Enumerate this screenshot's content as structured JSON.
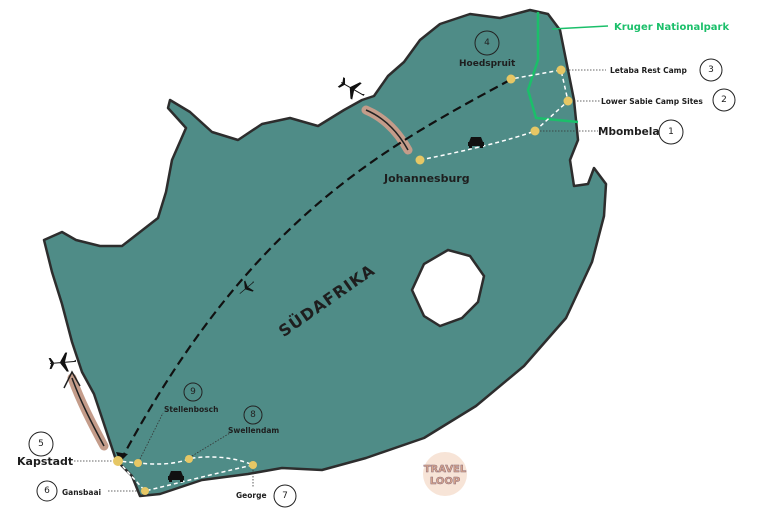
{
  "map": {
    "country_label": "SÜDAFRIKA",
    "park_label": "Kruger Nationalpark",
    "colors": {
      "land": "#4f8c87",
      "border": "#2d2d2d",
      "stop": "#e6c765",
      "park": "#1bbf6a",
      "flight_arrow": "#c49c8a"
    },
    "stops": [
      {
        "number": "1",
        "name": "Mbombela"
      },
      {
        "number": "2",
        "name": "Lower Sabie Camp Sites"
      },
      {
        "number": "3",
        "name": "Letaba Rest Camp"
      },
      {
        "number": "4",
        "name": "Hoedspruit"
      },
      {
        "number": "5",
        "name": "Kapstadt"
      },
      {
        "number": "6",
        "name": "Gansbaai"
      },
      {
        "number": "7",
        "name": "George"
      },
      {
        "number": "8",
        "name": "Swellendam"
      },
      {
        "number": "9",
        "name": "Stellenbosch"
      }
    ],
    "arrival_city": "Johannesburg",
    "icons": [
      "airplane-icon",
      "car-icon"
    ],
    "logo_text": "TRAVEL LOOP"
  }
}
